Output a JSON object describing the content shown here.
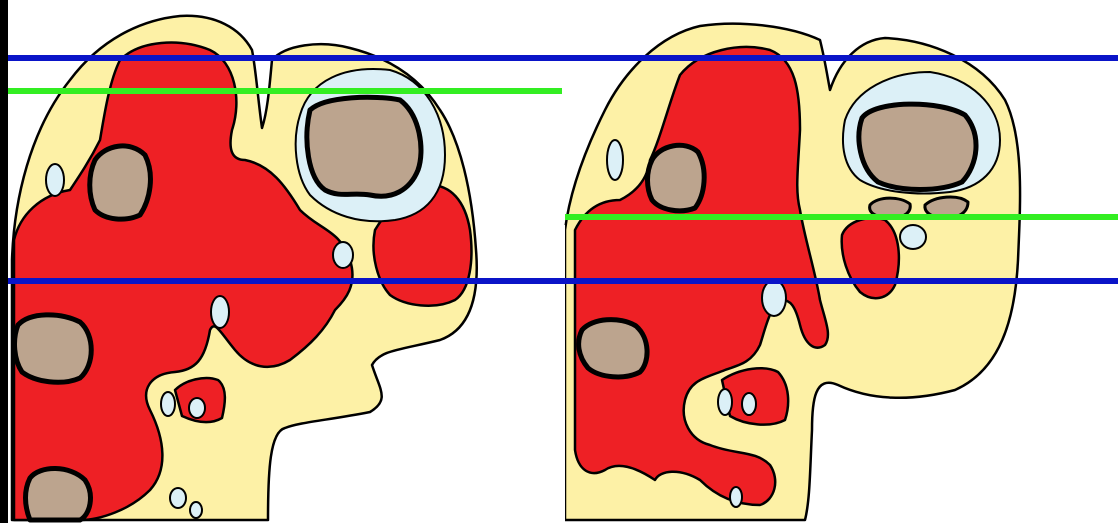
{
  "colors": {
    "background": "#000000",
    "panel_background": "#ffffff",
    "fat": "#fdf1a6",
    "muscle": "#ee2025",
    "bone": "#bca48e",
    "fluid": "#dcf0f7",
    "blue_line": "#0a14c8",
    "green_line": "#33ee22",
    "outline": "#000000"
  },
  "panels": [
    {
      "id": "left-section"
    },
    {
      "id": "right-section"
    }
  ],
  "reference_lines": [
    {
      "color_name": "blue"
    },
    {
      "color_name": "green"
    },
    {
      "color_name": "blue"
    },
    {
      "color_name": "green"
    }
  ]
}
